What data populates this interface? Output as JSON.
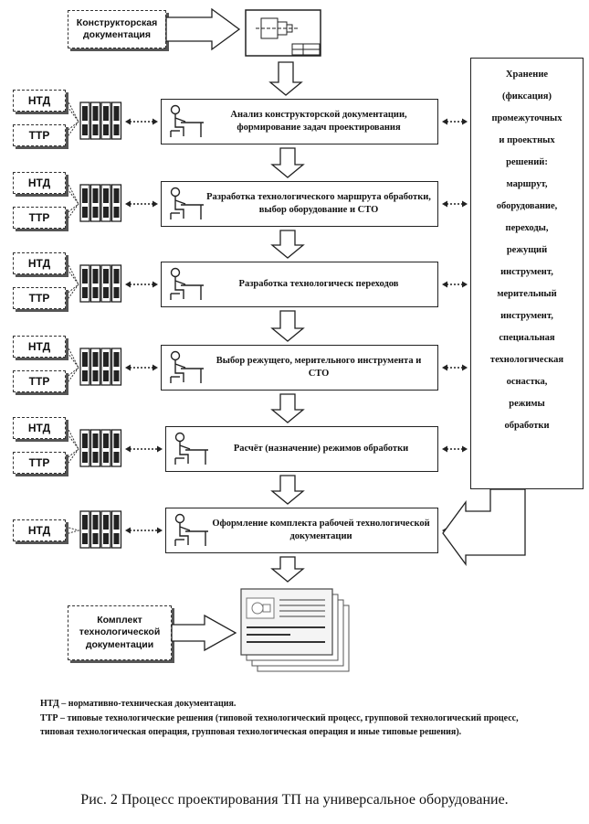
{
  "input_doc": {
    "label": "Конструкторская документация"
  },
  "steps": [
    {
      "label": "Анализ конструкторской документации, формирование задач проектирования",
      "refs": [
        "НТД",
        "ТТР"
      ]
    },
    {
      "label": "Разработка технологического маршрута обработки, выбор оборудование и СТО",
      "refs": [
        "НТД",
        "ТТР"
      ]
    },
    {
      "label": "Разработка технологическ переходов",
      "refs": [
        "НТД",
        "ТТР"
      ]
    },
    {
      "label": "Выбор режущего, мерительного инструмента и СТО",
      "refs": [
        "НТД",
        "ТТР"
      ]
    },
    {
      "label": "Расчёт (назначение) режимов обработки",
      "refs": [
        "НТД",
        "ТТР"
      ]
    },
    {
      "label": "Оформление комплекта рабочей технологической документации",
      "refs": [
        "НТД"
      ]
    }
  ],
  "storage": {
    "lines": [
      "Хранение",
      "(фиксация)",
      "промежуточных",
      "и проектных",
      "решений:",
      "маршрут,",
      "оборудование,",
      "переходы,",
      "режущий",
      "инструмент,",
      "мерительный",
      "инструмент,",
      "специальная",
      "технологическая",
      "оснастка,",
      "режимы",
      "обработки"
    ]
  },
  "output_doc": {
    "label": "Комплект технологической документации"
  },
  "notes": {
    "line1": "НТД – нормативно-техническая документация.",
    "line2": "ТТР – типовые технологические решения (типовой технологический процесс, групповой технологический процесс, типовая технологическая операция, групповая технологическая операция и иные типовые решения)."
  },
  "caption": "Рис. 2 Процесс проектирования ТП на универсальное оборудование."
}
